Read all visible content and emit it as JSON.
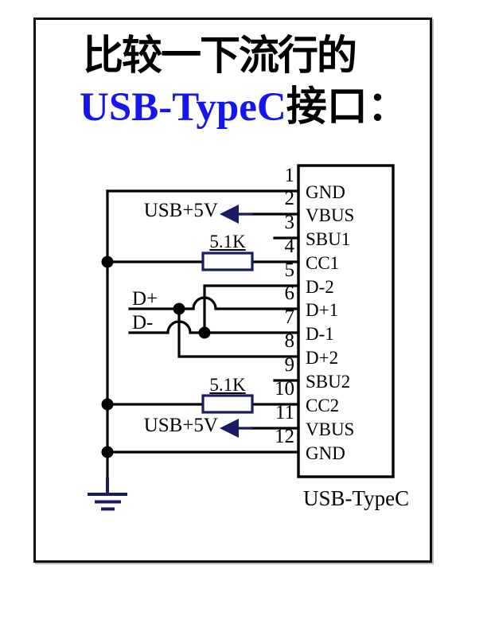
{
  "title": {
    "line1": "比较一下流行的",
    "line2_highlight": "USB-TypeC",
    "line2_rest": "接口："
  },
  "colors": {
    "title_highlight_blue": "#1515ee",
    "symbol_navy": "#1b1b63",
    "wire_black": "#000000"
  },
  "schematic": {
    "connector_name": "USB-TypeC",
    "power_label_top": "USB+5V",
    "power_label_bottom": "USB+5V",
    "resistor_value_top": "5.1K",
    "resistor_value_bottom": "5.1K",
    "data_plus_label": "D+",
    "data_minus_label": "D-",
    "pins": [
      {
        "number": "1",
        "label": "GND"
      },
      {
        "number": "2",
        "label": "VBUS"
      },
      {
        "number": "3",
        "label": "SBU1"
      },
      {
        "number": "4",
        "label": "CC1"
      },
      {
        "number": "5",
        "label": "D-2"
      },
      {
        "number": "6",
        "label": "D+1"
      },
      {
        "number": "7",
        "label": "D-1"
      },
      {
        "number": "8",
        "label": "D+2"
      },
      {
        "number": "9",
        "label": "SBU2"
      },
      {
        "number": "10",
        "label": "CC2"
      },
      {
        "number": "11",
        "label": "VBUS"
      },
      {
        "number": "12",
        "label": "GND"
      }
    ]
  }
}
